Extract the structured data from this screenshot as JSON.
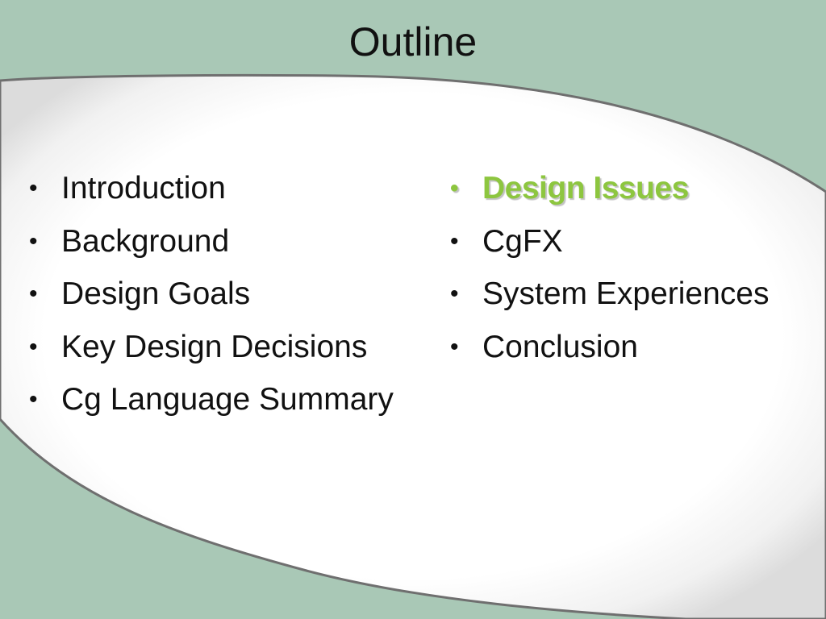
{
  "slide": {
    "title": "Outline",
    "left_items": [
      {
        "label": "Introduction"
      },
      {
        "label": "Background"
      },
      {
        "label": "Design Goals"
      },
      {
        "label": "Key Design Decisions"
      },
      {
        "label": "Cg Language Summary"
      }
    ],
    "right_items": [
      {
        "label": "Design Issues",
        "highlighted": true
      },
      {
        "label": "CgFX"
      },
      {
        "label": "System Experiences"
      },
      {
        "label": "Conclusion"
      }
    ],
    "bullet_glyph": "•"
  },
  "colors": {
    "background": "#a9c8b6",
    "panel": "#ffffff",
    "panel_border": "#6f6f6f",
    "highlight": "#8dc63f",
    "text": "#111111"
  }
}
